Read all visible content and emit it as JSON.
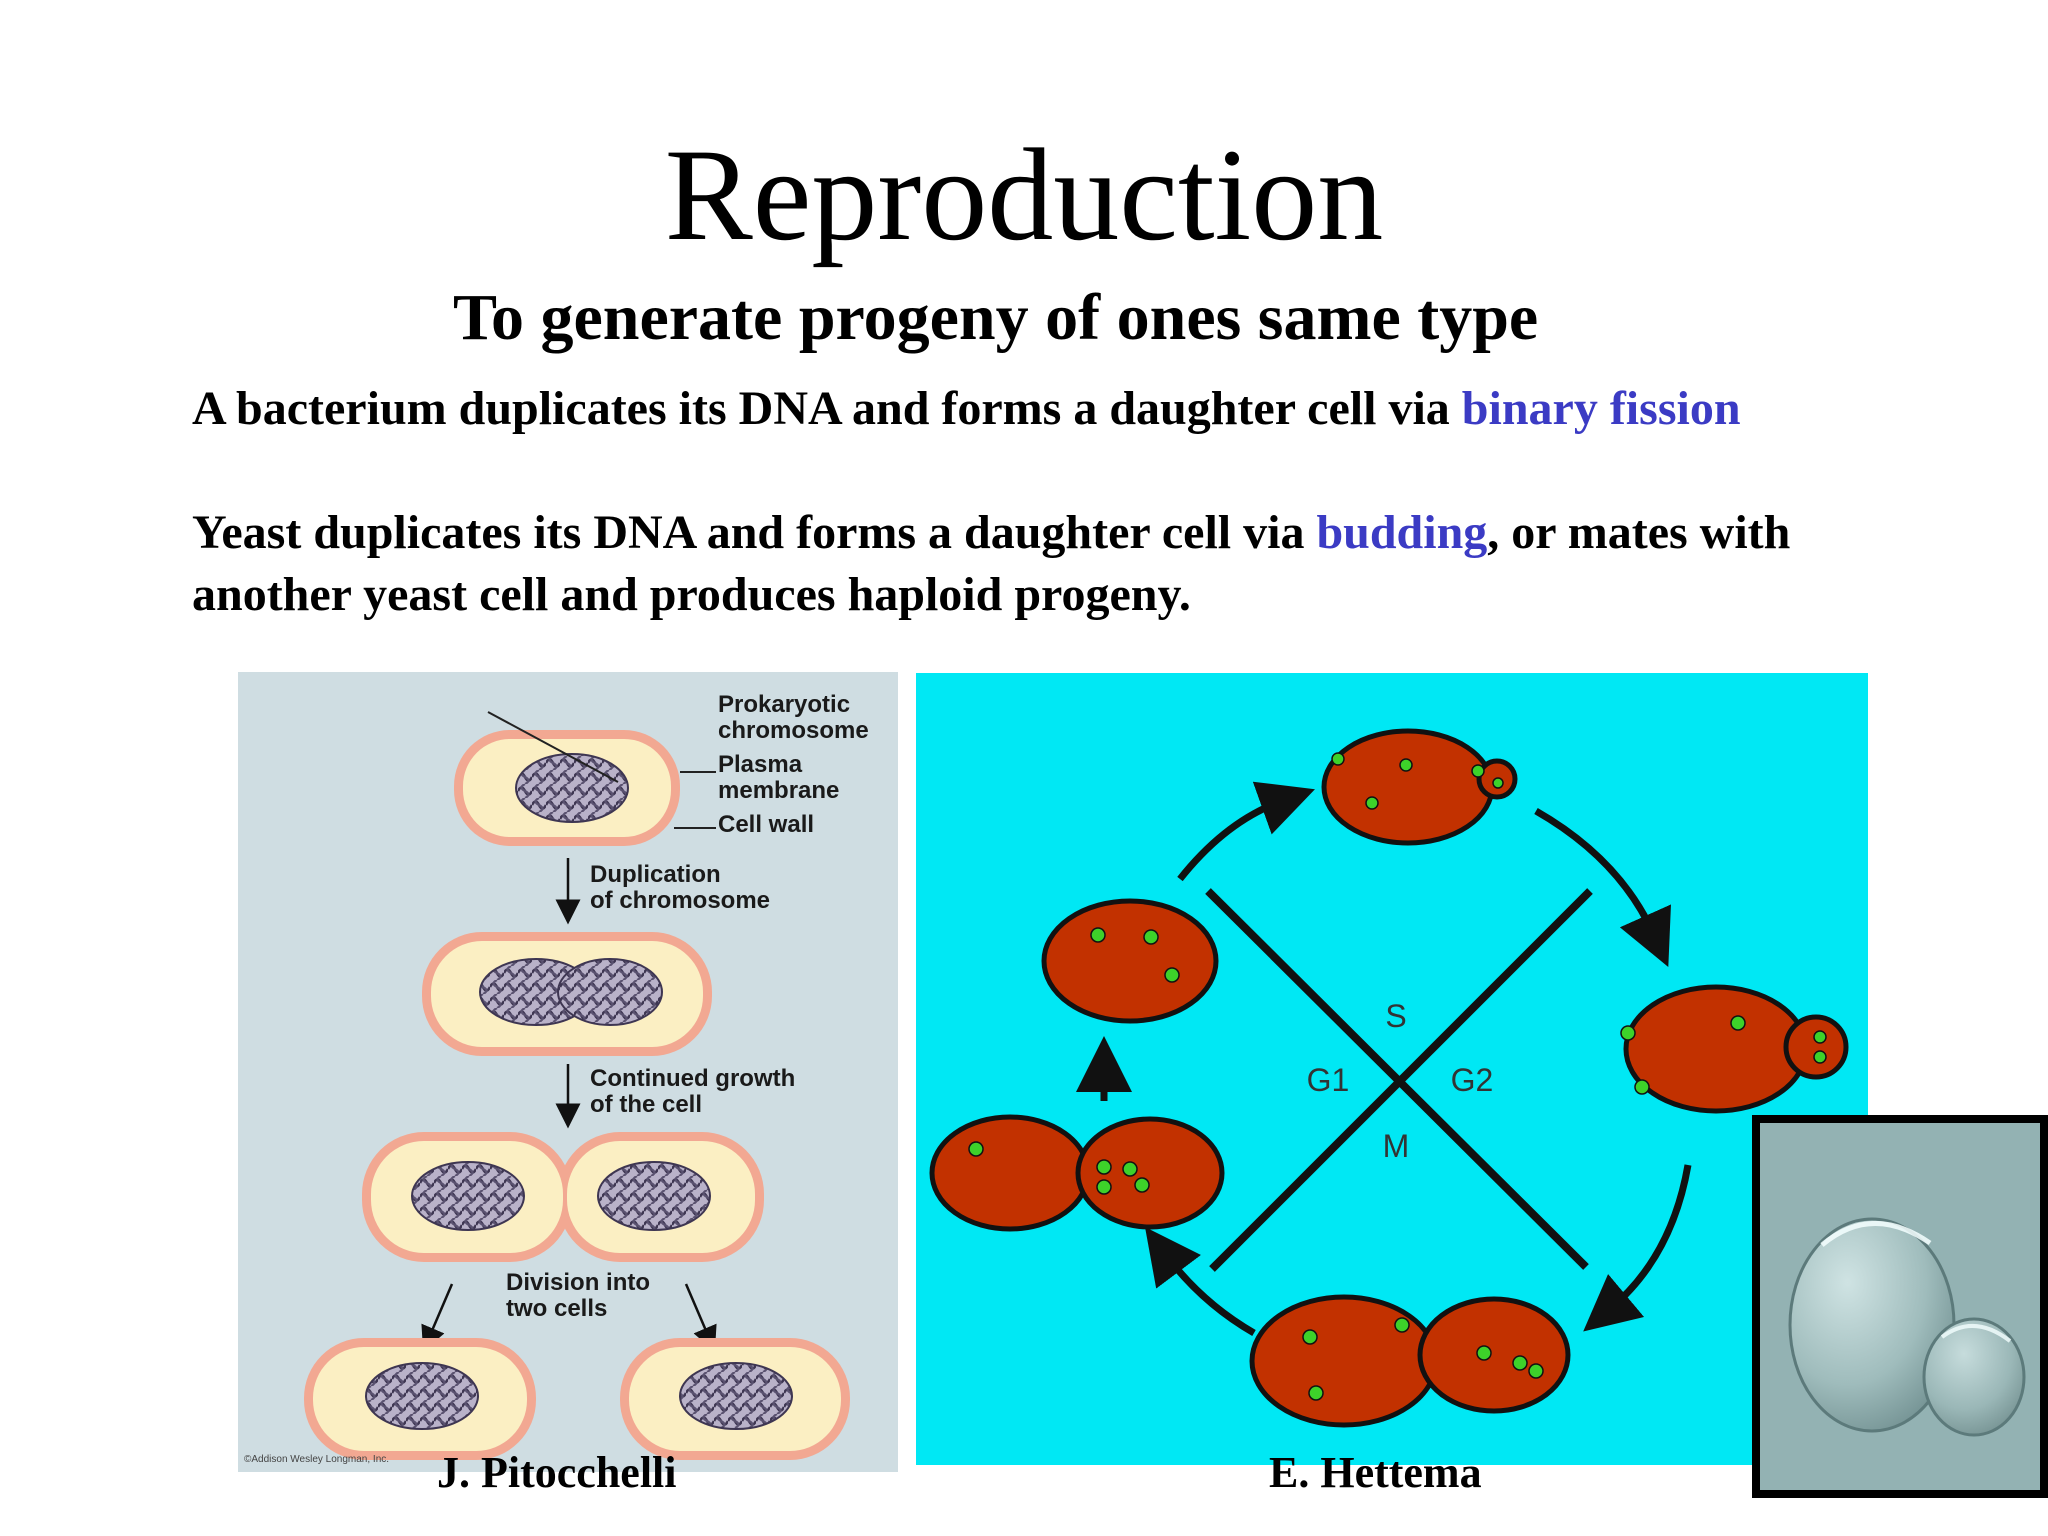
{
  "slide": {
    "title": "Reproduction",
    "subtitle": "To generate progeny of ones same type",
    "para1": {
      "text_before": "A bacterium duplicates its DNA and forms a daughter cell via ",
      "highlight": "binary fission"
    },
    "para2": {
      "text_before": "Yeast duplicates its DNA and forms a daughter cell via ",
      "highlight": "budding",
      "text_after": ", or mates with",
      "line2": "another yeast cell and produces haploid progeny."
    },
    "highlight_color": "#3b3bc4"
  },
  "bacteria_figure": {
    "labels": {
      "prokaryotic_1": "Prokaryotic",
      "prokaryotic_2": "chromosome",
      "plasma_1": "Plasma",
      "plasma_2": "membrane",
      "cell_wall": "Cell wall",
      "dup_1": "Duplication",
      "dup_2": "of chromosome",
      "growth_1": "Continued growth",
      "growth_2": "of the cell",
      "div_1": "Division into",
      "div_2": "two cells"
    },
    "copyright": "©Addison Wesley Longman, Inc.",
    "caption": "J. Pitocchelli",
    "colors": {
      "background": "#cfdde2",
      "cytoplasm": "#fbefc3",
      "wall": "#f2a892",
      "chromosome": "#4b4460"
    }
  },
  "yeast_figure": {
    "phases": {
      "s": "S",
      "g1": "G1",
      "g2": "G2",
      "m": "M"
    },
    "caption": "E. Hettema",
    "colors": {
      "background": "#00e8f4",
      "cell": "#c23100",
      "dots": "#3dd22a"
    }
  }
}
